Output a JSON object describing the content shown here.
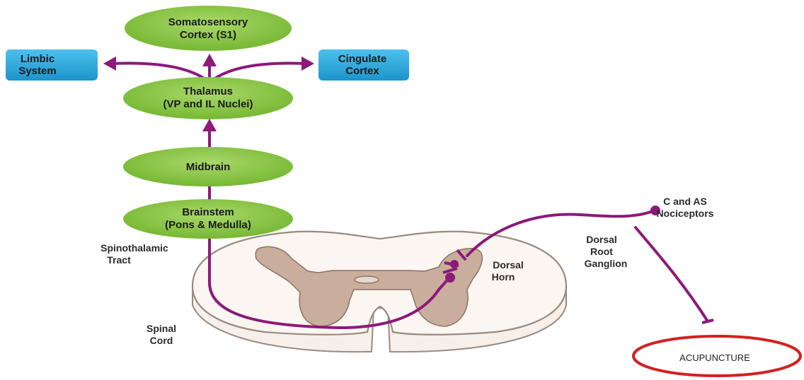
{
  "nodes": {
    "s1": [
      "Somatosensory",
      "Cortex (S1)"
    ],
    "limbic": [
      "Limbic",
      "System"
    ],
    "cingulate": [
      "Cingulate",
      "Cortex"
    ],
    "thalamus": [
      "Thalamus",
      "(VP and IL Nuclei)"
    ],
    "midbrain": [
      "Midbrain"
    ],
    "brainstem": [
      "Brainstem",
      "(Pons & Medulla)"
    ]
  },
  "labels": {
    "spinothalamic": [
      "Spinothalamic",
      "Tract"
    ],
    "spinal_cord": [
      "Spinal",
      "Cord"
    ],
    "dorsal_horn": [
      "Dorsal",
      "Horn"
    ],
    "dorsal_root_ganglion": [
      "Dorsal",
      "Root",
      "Ganglion"
    ],
    "nociceptors": [
      "C and AS",
      "Nociceptors"
    ]
  },
  "callout": {
    "acupuncture": "ACUPUNCTURE"
  },
  "colors": {
    "node_green": "#8cc63f",
    "box_cyan": "#29a8dc",
    "pathway_purple": "#8b1a7a",
    "cord_outline": "#9a8a80",
    "grey_matter": "#c9ad9d",
    "circle_red": "#d42020"
  }
}
